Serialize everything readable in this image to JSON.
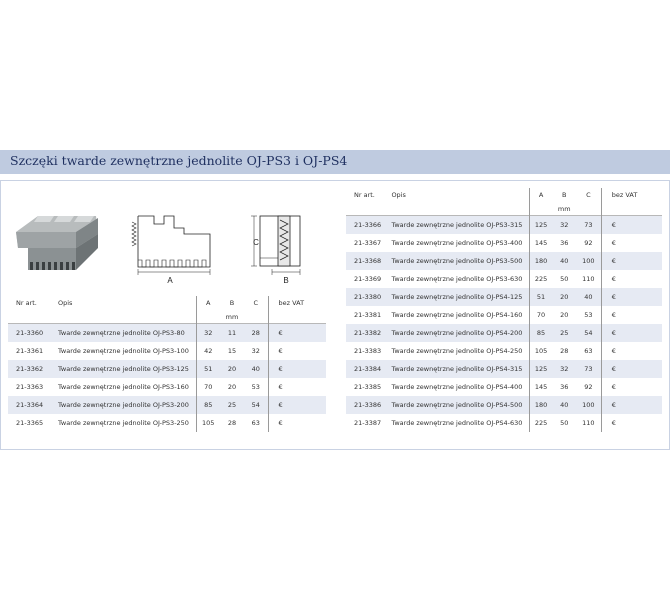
{
  "page": {
    "title": "Szczęki twarde zewnętrzne jednolite OJ-PS3 i OJ-PS4"
  },
  "diagram": {
    "label_a": "A",
    "label_b": "B",
    "label_c": "C"
  },
  "left_table": {
    "headers": {
      "nr": "Nr art.",
      "opis": "Opis",
      "a": "A",
      "b": "B",
      "c": "C",
      "price": "bez VAT"
    },
    "unit": "mm",
    "rows": [
      {
        "nr": "21-3360",
        "opis": "Twarde zewnętrzne jednolite OJ-PS3-80",
        "a": "32",
        "b": "11",
        "c": "28",
        "price": "€"
      },
      {
        "nr": "21-3361",
        "opis": "Twarde zewnętrzne jednolite OJ-PS3-100",
        "a": "42",
        "b": "15",
        "c": "32",
        "price": "€"
      },
      {
        "nr": "21-3362",
        "opis": "Twarde zewnętrzne jednolite OJ-PS3-125",
        "a": "51",
        "b": "20",
        "c": "40",
        "price": "€"
      },
      {
        "nr": "21-3363",
        "opis": "Twarde zewnętrzne jednolite OJ-PS3-160",
        "a": "70",
        "b": "20",
        "c": "53",
        "price": "€"
      },
      {
        "nr": "21-3364",
        "opis": "Twarde zewnętrzne jednolite OJ-PS3-200",
        "a": "85",
        "b": "25",
        "c": "54",
        "price": "€"
      },
      {
        "nr": "21-3365",
        "opis": "Twarde zewnętrzne jednolite OJ-PS3-250",
        "a": "105",
        "b": "28",
        "c": "63",
        "price": "€"
      }
    ]
  },
  "right_table": {
    "headers": {
      "nr": "Nr art.",
      "opis": "Opis",
      "a": "A",
      "b": "B",
      "c": "C",
      "price": "bez VAT"
    },
    "unit": "mm",
    "rows": [
      {
        "nr": "21-3366",
        "opis": "Twarde zewnętrzne jednolite OJ-PS3-315",
        "a": "125",
        "b": "32",
        "c": "73",
        "price": "€"
      },
      {
        "nr": "21-3367",
        "opis": "Twarde zewnętrzne jednolite OJ-PS3-400",
        "a": "145",
        "b": "36",
        "c": "92",
        "price": "€"
      },
      {
        "nr": "21-3368",
        "opis": "Twarde zewnętrzne jednolite OJ-PS3-500",
        "a": "180",
        "b": "40",
        "c": "100",
        "price": "€"
      },
      {
        "nr": "21-3369",
        "opis": "Twarde zewnętrzne jednolite OJ-PS3-630",
        "a": "225",
        "b": "50",
        "c": "110",
        "price": "€"
      },
      {
        "nr": "21-3380",
        "opis": "Twarde zewnętrzne jednolite OJ-PS4-125",
        "a": "51",
        "b": "20",
        "c": "40",
        "price": "€"
      },
      {
        "nr": "21-3381",
        "opis": "Twarde zewnętrzne jednolite OJ-PS4-160",
        "a": "70",
        "b": "20",
        "c": "53",
        "price": "€"
      },
      {
        "nr": "21-3382",
        "opis": "Twarde zewnętrzne jednolite OJ-PS4-200",
        "a": "85",
        "b": "25",
        "c": "54",
        "price": "€"
      },
      {
        "nr": "21-3383",
        "opis": "Twarde zewnętrzne jednolite OJ-PS4-250",
        "a": "105",
        "b": "28",
        "c": "63",
        "price": "€"
      },
      {
        "nr": "21-3384",
        "opis": "Twarde zewnętrzne jednolite OJ-PS4-315",
        "a": "125",
        "b": "32",
        "c": "73",
        "price": "€"
      },
      {
        "nr": "21-3385",
        "opis": "Twarde zewnętrzne jednolite OJ-PS4-400",
        "a": "145",
        "b": "36",
        "c": "92",
        "price": "€"
      },
      {
        "nr": "21-3386",
        "opis": "Twarde zewnętrzne jednolite OJ-PS4-500",
        "a": "180",
        "b": "40",
        "c": "100",
        "price": "€"
      },
      {
        "nr": "21-3387",
        "opis": "Twarde zewnętrzne jednolite OJ-PS4-630",
        "a": "225",
        "b": "50",
        "c": "110",
        "price": "€"
      }
    ]
  }
}
